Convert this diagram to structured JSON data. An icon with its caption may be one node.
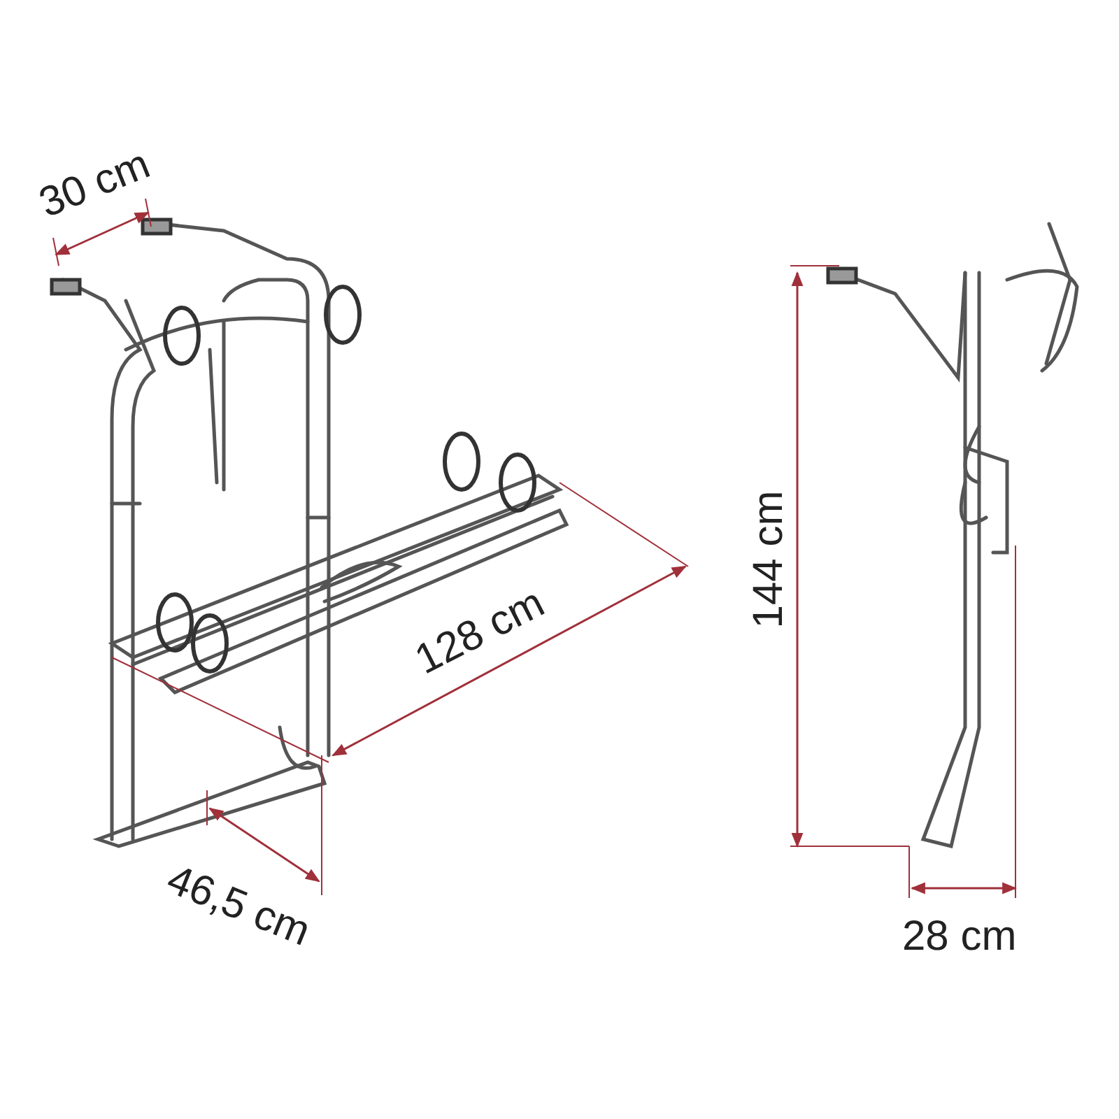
{
  "diagram": {
    "labels": [
      "30 cm",
      "128 cm",
      "46,5 cm",
      "144 cm",
      "28 cm"
    ]
  }
}
